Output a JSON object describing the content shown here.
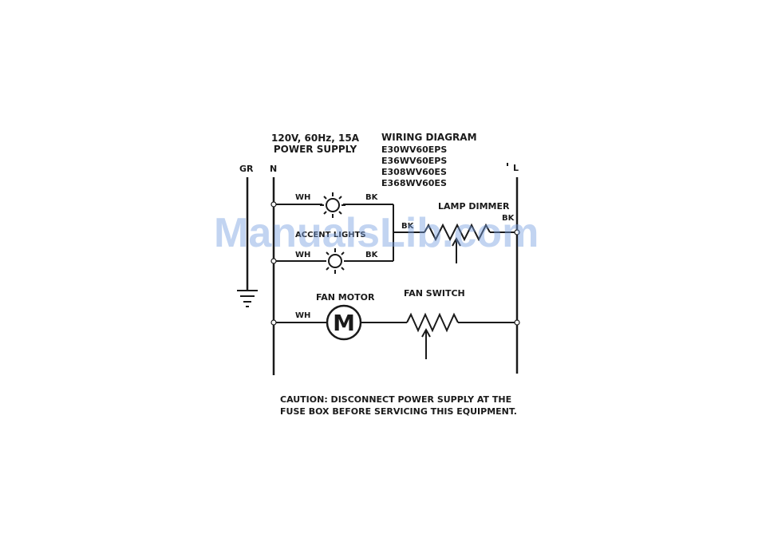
{
  "header": {
    "power_line1": "120V, 60Hz, 15A",
    "power_line2": "POWER SUPPLY",
    "title": "WIRING DIAGRAM",
    "models": [
      "E30WV60EPS",
      "E36WV60EPS",
      "E308WV60ES",
      "E368WV60ES"
    ]
  },
  "terminals": {
    "ground": "GR",
    "neutral": "N",
    "line": "L"
  },
  "wires": {
    "white": "WH",
    "black": "BK"
  },
  "components": {
    "lamp_label": "ACCENT LIGHTS",
    "lamp_dimmer": "LAMP DIMMER",
    "fan_motor": "FAN MOTOR",
    "fan_motor_symbol": "M",
    "fan_switch": "FAN SWITCH"
  },
  "caution": {
    "line1": "CAUTION: DISCONNECT POWER SUPPLY AT THE",
    "line2": "FUSE BOX BEFORE SERVICING THIS EQUIPMENT."
  },
  "watermark": "ManualsLib.com",
  "colors": {
    "ink": "#1a1a1a",
    "watermark": "#78a0e1"
  }
}
